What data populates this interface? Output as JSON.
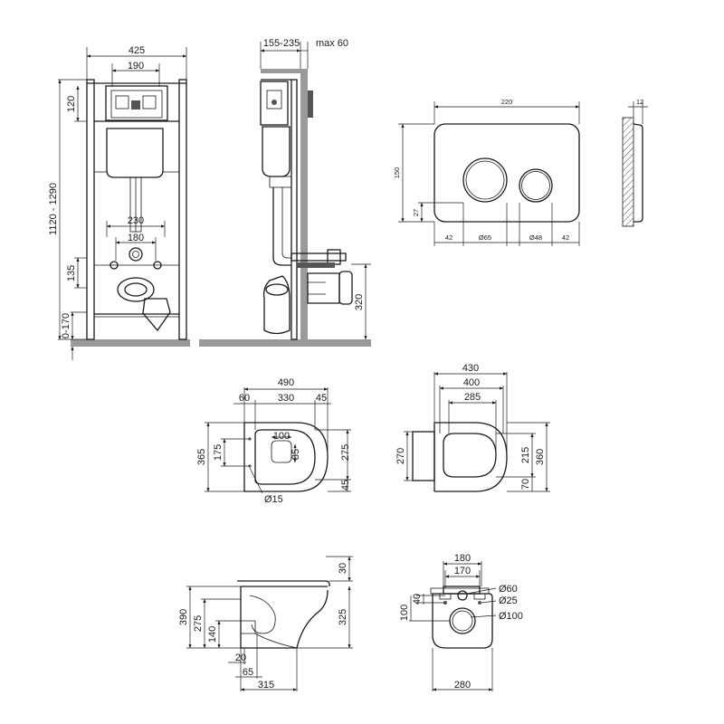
{
  "frame_front": {
    "w_total": "425",
    "w_top": "190",
    "h_top": "120",
    "h_total": "1120 - 1290",
    "w_230": "230",
    "w_180": "180",
    "h_135": "135",
    "h_floor": "0-170"
  },
  "frame_side": {
    "depth": "155-235",
    "wall": "max 60",
    "h_320": "320"
  },
  "plate": {
    "w": "220",
    "thick": "12",
    "h": "150",
    "off_27": "27",
    "left_42": "42",
    "d65": "Ø65",
    "d48": "Ø48",
    "right_42": "42"
  },
  "bowl_top": {
    "w490": "490",
    "w60": "60",
    "w330": "330",
    "w45": "45",
    "h365": "365",
    "h175": "175",
    "w100": "100",
    "h85": "85",
    "h275": "275",
    "h45": "45",
    "d15": "Ø15"
  },
  "seat_top": {
    "w430": "430",
    "w400": "400",
    "w285": "285",
    "h270": "270",
    "h215": "215",
    "h360": "360",
    "h70": "70"
  },
  "bowl_side": {
    "h30": "30",
    "h390": "390",
    "h275": "275",
    "h325": "325",
    "h140": "140",
    "w20": "20",
    "w65": "65",
    "w315": "315"
  },
  "bowl_back": {
    "w180": "180",
    "w170": "170",
    "d60": "Ø60",
    "h40": "40",
    "d25": "Ø25",
    "h100": "100",
    "d100": "Ø100",
    "w280": "280"
  }
}
